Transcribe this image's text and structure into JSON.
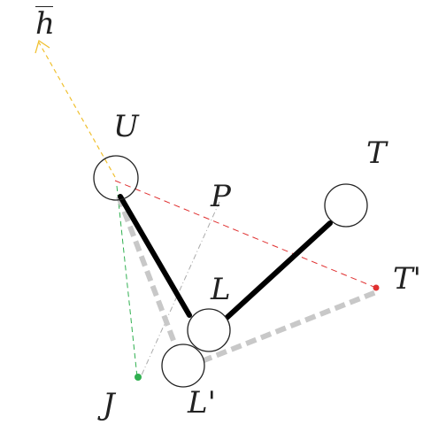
{
  "labels": {
    "h": "h",
    "u": "U",
    "p": "P",
    "t": "T",
    "l": "L",
    "t_prime": "T'",
    "j": "J",
    "l_prime": "L'"
  },
  "colors": {
    "ink": "#000000",
    "ghost": "#c8c8c8",
    "h_vector": "#f0c030",
    "dashed_red": "#e03030",
    "dashed_green": "#30b050",
    "pole_line": "#aaaaaa"
  }
}
